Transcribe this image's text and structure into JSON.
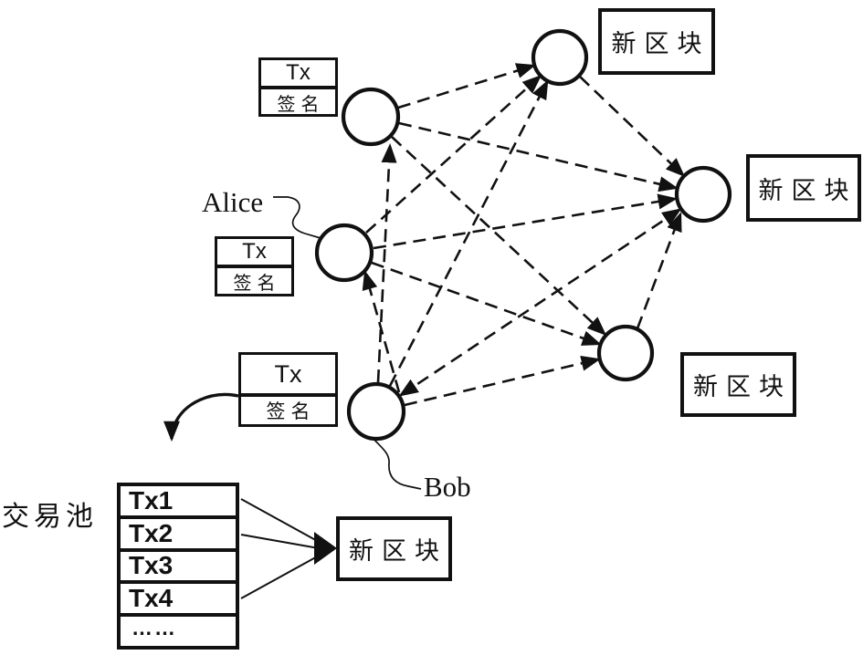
{
  "figure": {
    "labels": {
      "alice": "Alice",
      "bob": "Bob",
      "pool": "交易池"
    },
    "tx_boxes": {
      "top": {
        "tx": "Tx",
        "sig": "签名"
      },
      "alice": {
        "tx": "Tx",
        "sig": "签名"
      },
      "bob": {
        "tx": "Tx",
        "sig": "签名"
      }
    },
    "new_blocks": [
      "新区块",
      "新区块",
      "新区块",
      "新区块"
    ],
    "pool_table": {
      "rows": [
        "Tx1",
        "Tx2",
        "Tx3",
        "Tx4",
        "……"
      ]
    },
    "colors": {
      "ink": "#111111",
      "background": "#ffffff"
    }
  }
}
